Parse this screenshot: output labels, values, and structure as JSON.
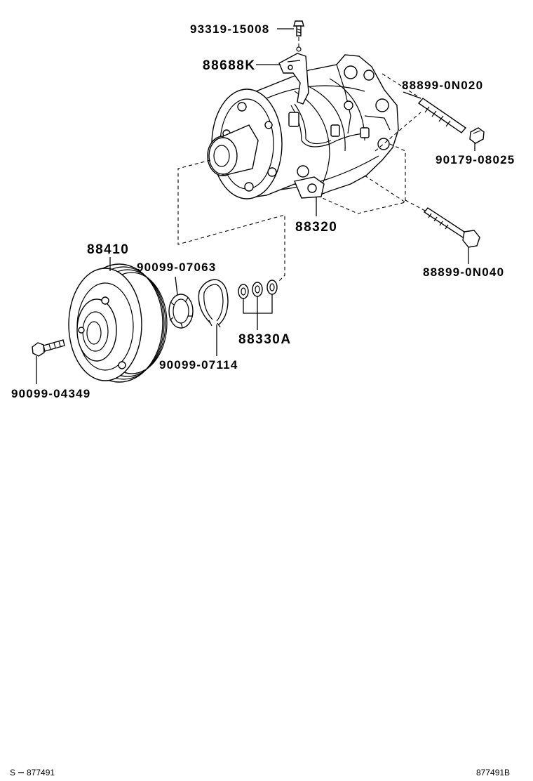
{
  "labels": {
    "bolt_top": "93319-15008",
    "harness_bracket": "88688K",
    "stud_upper": "88899-0N020",
    "nut": "90179-08025",
    "compressor": "88320",
    "stud_lower": "88899-0N040",
    "clutch_assy": "88410",
    "snap_ring": "90099-07063",
    "shim_set": "88330A",
    "retaining_ring": "90099-07114",
    "clutch_bolt": "90099-04349"
  },
  "footer": {
    "left_mark": "S",
    "left_code": "877491",
    "right_code": "877491B"
  },
  "icons": {
    "compressor": "ac-compressor-icon",
    "clutch": "magnetic-clutch-pulley-icon",
    "bolt": "bolt-icon",
    "nut": "nut-icon",
    "ring": "snap-ring-icon",
    "shim": "shim-washer-icon",
    "bracket": "wire-bracket-icon"
  },
  "colors": {
    "ink": "#000000",
    "paper": "#ffffff"
  }
}
